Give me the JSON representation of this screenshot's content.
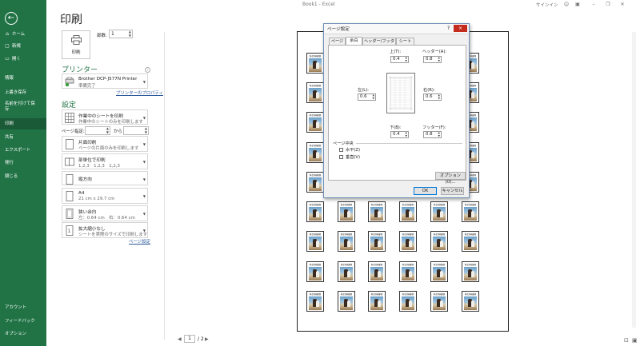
{
  "titlebar": {
    "title": "Book1 - Excel",
    "signin": "サインイン"
  },
  "nav": {
    "items": [
      {
        "id": "home",
        "label": "ホーム",
        "icon": "home-icon",
        "glyph": "⌂"
      },
      {
        "id": "new",
        "label": "新規",
        "icon": "new-document-icon",
        "glyph": "▢"
      },
      {
        "id": "open",
        "label": "開く",
        "icon": "folder-icon",
        "glyph": "▭"
      },
      {
        "id": "info",
        "label": "情報"
      },
      {
        "id": "save",
        "label": "上書き保存"
      },
      {
        "id": "saveas",
        "label": "名前を付けて保存"
      },
      {
        "id": "print",
        "label": "印刷"
      },
      {
        "id": "share",
        "label": "共有"
      },
      {
        "id": "export",
        "label": "エクスポート"
      },
      {
        "id": "publish",
        "label": "発行"
      },
      {
        "id": "close",
        "label": "閉じる"
      }
    ],
    "bottom": [
      {
        "id": "account",
        "label": "アカウント"
      },
      {
        "id": "feedback",
        "label": "フィードバック"
      },
      {
        "id": "options",
        "label": "オプション"
      }
    ]
  },
  "print": {
    "heading": "印刷",
    "print_button": "印刷",
    "copies_label": "部数:",
    "copies_value": "1",
    "printer_heading": "プリンター",
    "printer_name": "Brother DCP-J577N Printer",
    "printer_status": "準備完了",
    "printer_props_link": "プリンターのプロパティ",
    "settings_heading": "設定",
    "what_l1": "作業中のシートを印刷",
    "what_l2": "作業中のシートのみを印刷します",
    "pages_label": "ページ指定:",
    "pages_to": "から",
    "sides_l1": "片面印刷",
    "sides_l2": "ページの片面のみを印刷します",
    "collate_l1": "部単位で印刷",
    "collate_l2": "1,2,3　1,2,3　1,2,3",
    "orientation": "縦方向",
    "paper_l1": "A4",
    "paper_l2": "21 cm x 29.7 cm",
    "margins_l1": "狭い余白",
    "margins_l2": "左：0.64 cm　右：0.64 cm",
    "scaling_l1": "拡大縮小なし",
    "scaling_l2": "シートを実際のサイズで印刷します",
    "page_setup_link": "ページ設定"
  },
  "preview": {
    "thumb_caption": "料金別納郵便",
    "current_page": "1",
    "total_pages": "/ 2"
  },
  "dialog": {
    "title": "ページ設定",
    "help": "?",
    "close": "×",
    "tabs": [
      "ページ",
      "余白",
      "ヘッダー/フッター",
      "シート"
    ],
    "top_label": "上(T):",
    "top_value": "0.4",
    "header_label": "ヘッダー(A):",
    "header_value": "0.8",
    "left_label": "左(L):",
    "left_value": "0.6",
    "right_label": "右(R):",
    "right_value": "0.6",
    "bottom_label": "下(B):",
    "bottom_value": "0.4",
    "footer_label": "フッター(F):",
    "footer_value": "0.8",
    "center_label": "ページ中央",
    "horizontal": "水平(Z)",
    "vertical": "垂直(V)",
    "options_button": "オプション(O)...",
    "ok": "OK",
    "cancel": "キャンセル"
  }
}
